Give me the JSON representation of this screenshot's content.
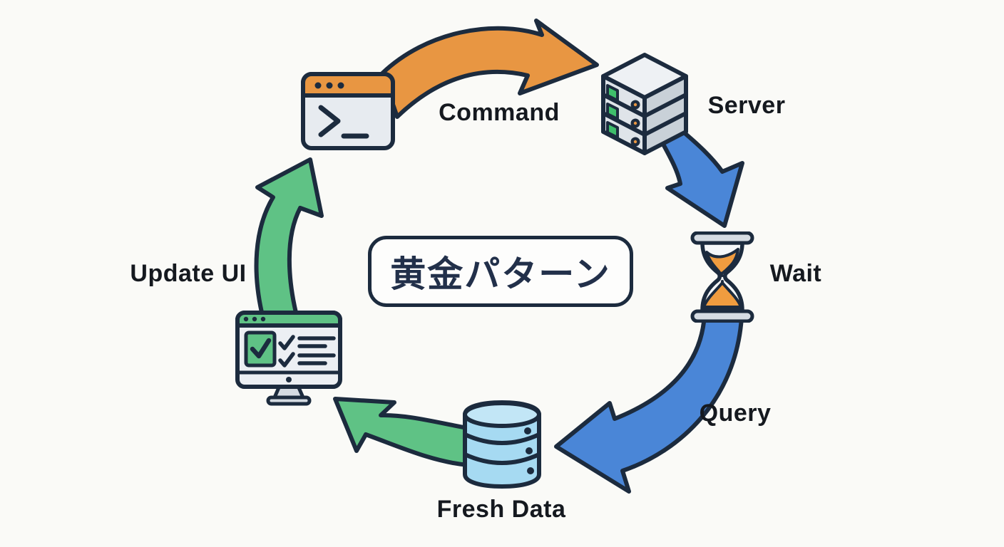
{
  "diagram": {
    "type": "cycle-flow-diagram",
    "background": "#FAFAF7",
    "outline_color": "#1C2B3E"
  },
  "center_box": {
    "label": "黄金パターン"
  },
  "nodes": {
    "terminal": {
      "icon": "terminal-window-icon"
    },
    "server": {
      "label": "Server",
      "icon": "server-stack-icon"
    },
    "wait": {
      "label": "Wait",
      "icon": "hourglass-icon"
    },
    "database": {
      "label": "Fresh Data",
      "icon": "database-icon"
    },
    "monitor": {
      "label": "Update UI",
      "icon": "monitor-checklist-icon"
    }
  },
  "edges": {
    "command": {
      "label": "Command",
      "color": "#E89642",
      "from": "terminal",
      "to": "server"
    },
    "server_to_wait": {
      "color": "#4A86D7",
      "from": "server",
      "to": "wait"
    },
    "query": {
      "label": "Query",
      "color": "#4A86D7",
      "from": "wait",
      "to": "database"
    },
    "data_to_ui": {
      "color": "#5FC285",
      "from": "database",
      "to": "monitor"
    },
    "ui_to_command": {
      "color": "#5FC285",
      "from": "monitor",
      "to": "terminal"
    }
  },
  "colors": {
    "orange": "#E89642",
    "blue": "#4A86D7",
    "green": "#5FC285",
    "led_green": "#3FBE6B",
    "database_blue": "#A6DAF2",
    "database_top": "#C2E6F6",
    "panel_gray": "#E7EBF0",
    "cap_gray": "#D6DCE3",
    "sand_orange": "#F09C3F",
    "text_dark": "#15191F"
  }
}
